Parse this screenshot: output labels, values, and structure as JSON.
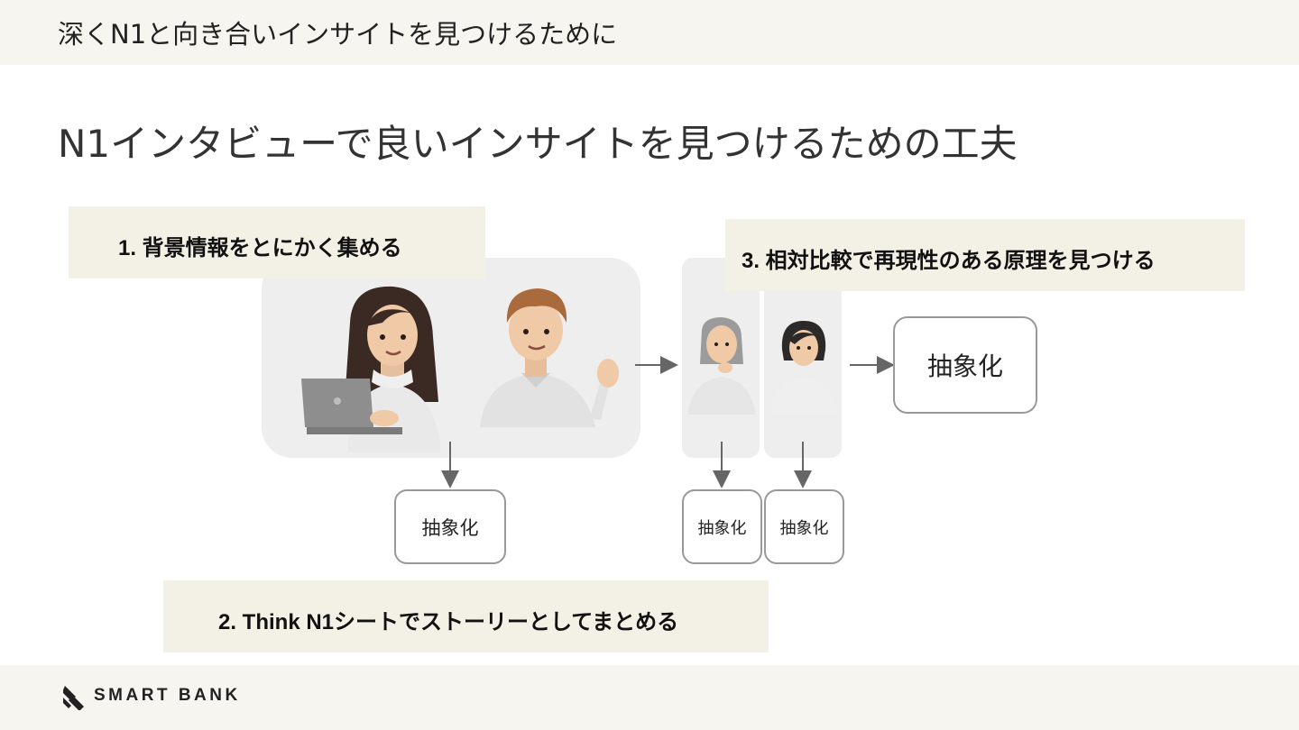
{
  "header": {
    "title": "深くN1と向き合いインサイトを見つけるために"
  },
  "slide": {
    "title": "N1インタビューで良いインサイトを見つけるための工夫"
  },
  "steps": {
    "step1": "1. 背景情報をとにかく集める",
    "step2": "2. Think N1シートでストーリーとしてまとめる",
    "step3": "3. 相対比較で再現性のある原理を見つける"
  },
  "abstraction": {
    "large": "抽象化",
    "left": "抽象化",
    "mid1": "抽象化",
    "mid2": "抽象化"
  },
  "people": [
    "woman-with-laptop",
    "man-waving",
    "older-woman-thinking",
    "woman-short-hair"
  ],
  "colors": {
    "header_bg": "#f7f5ef",
    "label_bg": "#f3f1e6",
    "card_bg": "#eeeeee",
    "arrow": "#666666"
  },
  "footer": {
    "brand": "SMART BANK"
  }
}
